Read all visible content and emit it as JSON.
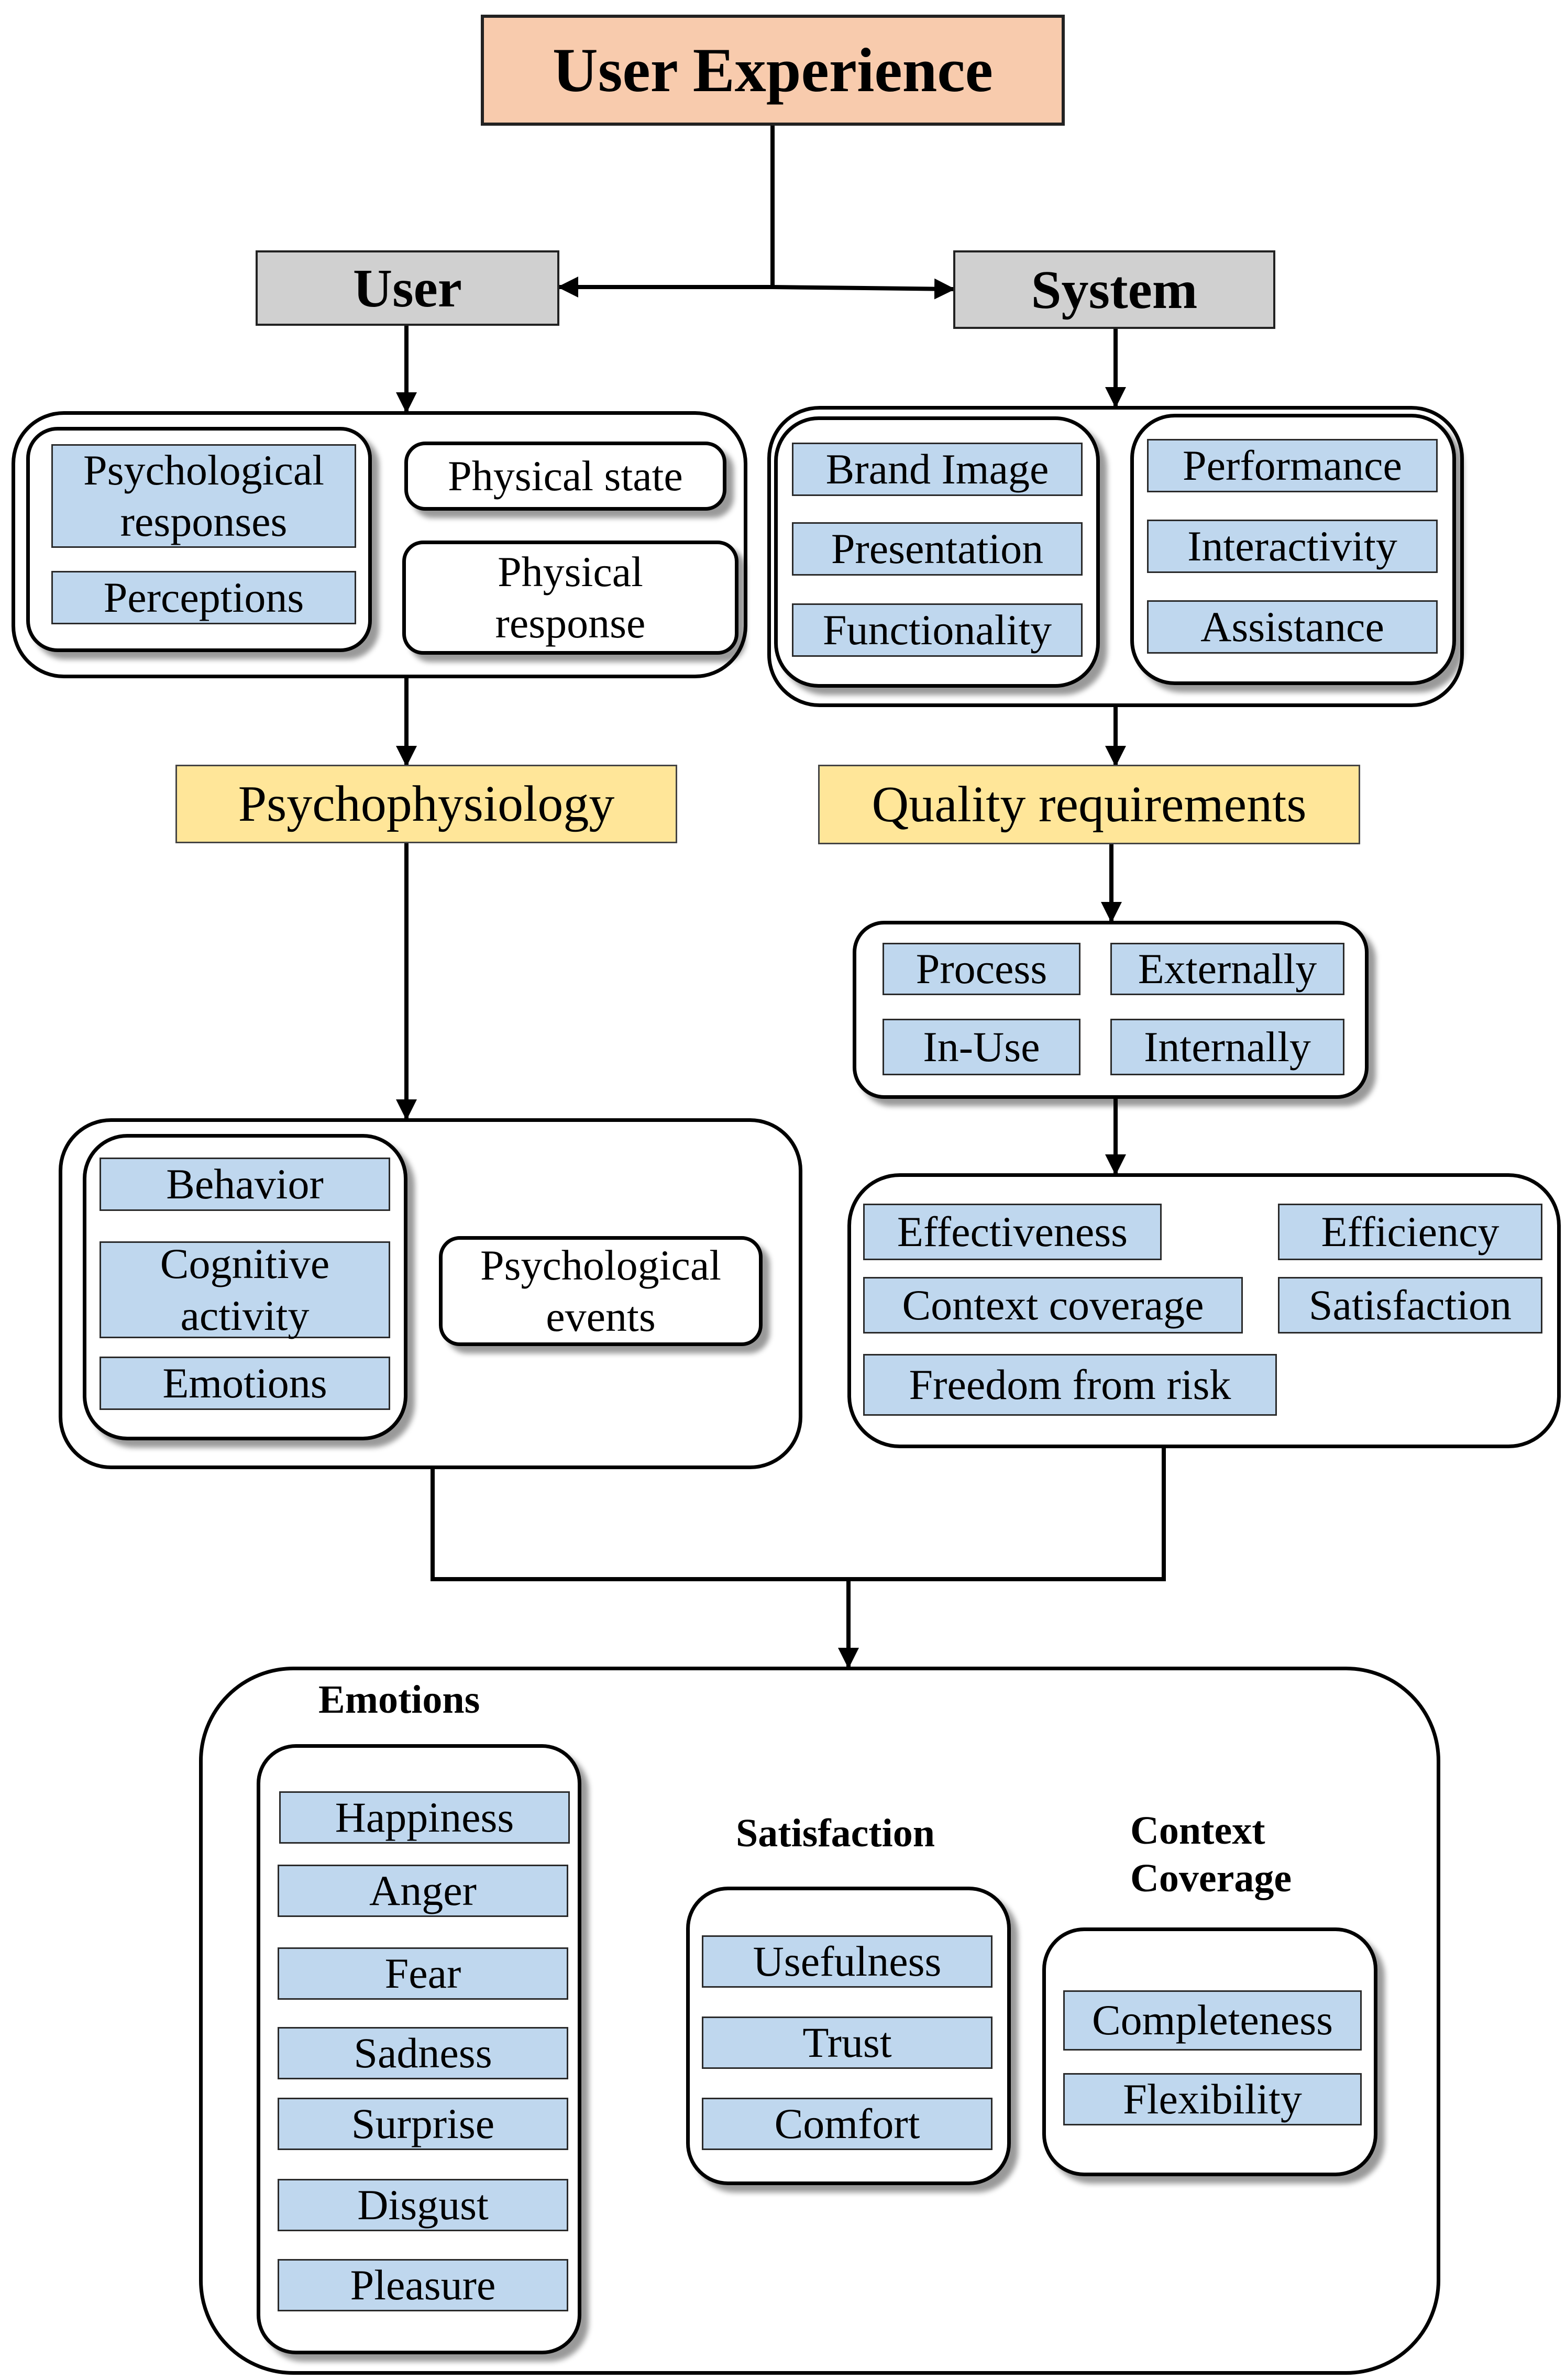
{
  "root": {
    "label": "User Experience"
  },
  "user": {
    "label": "User",
    "psychological_responses": "Psychological responses",
    "perceptions": "Perceptions",
    "physical_state": "Physical state",
    "physical_response": "Physical response",
    "psychophysiology": "Psychophysiology",
    "behavior": "Behavior",
    "cognitive_activity": "Cognitive activity",
    "emotions": "Emotions",
    "psychological_events": "Psychological events"
  },
  "system": {
    "label": "System",
    "brand_image": "Brand Image",
    "presentation": "Presentation",
    "functionality": "Functionality",
    "performance": "Performance",
    "interactivity": "Interactivity",
    "assistance": "Assistance",
    "quality_requirements": "Quality requirements",
    "process": "Process",
    "externally": "Externally",
    "in_use": "In-Use",
    "internally": "Internally",
    "effectiveness": "Effectiveness",
    "efficiency": "Efficiency",
    "context_coverage": "Context coverage",
    "satisfaction": "Satisfaction",
    "freedom_from_risk": "Freedom from risk"
  },
  "outcome": {
    "emotions_title": "Emotions",
    "emotions": [
      "Happiness",
      "Anger",
      "Fear",
      "Sadness",
      "Surprise",
      "Disgust",
      "Pleasure"
    ],
    "satisfaction_title": "Satisfaction",
    "satisfaction": [
      "Usefulness",
      "Trust",
      "Comfort"
    ],
    "context_title": "Context Coverage",
    "context": [
      "Completeness",
      "Flexibility"
    ]
  },
  "colors": {
    "root_fill": "#f8cbad",
    "header_fill": "#d0d0d0",
    "stage_fill": "#ffe699",
    "item_fill": "#bfd7ee"
  }
}
